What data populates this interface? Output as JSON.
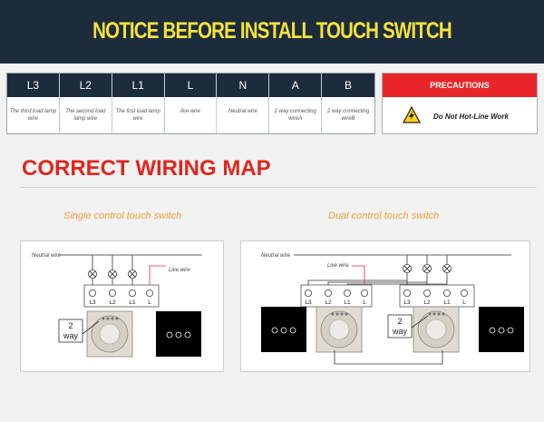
{
  "banner": {
    "title": "NOTICE BEFORE INSTALL TOUCH SWITCH"
  },
  "terminals": [
    {
      "code": "L3",
      "desc": "The third load lamp wire"
    },
    {
      "code": "L2",
      "desc": "The second load lamp wire"
    },
    {
      "code": "L1",
      "desc": "The first load lamp wire"
    },
    {
      "code": "L",
      "desc": "live wire"
    },
    {
      "code": "N",
      "desc": "Neutral wire"
    },
    {
      "code": "A",
      "desc": "2 way connecting wireA"
    },
    {
      "code": "B",
      "desc": "2 way connecting wireB"
    }
  ],
  "precautions": {
    "heading": "PRECAUTIONS",
    "warning": "Do Not Hot-Line Work"
  },
  "section": {
    "title": "CORRECT WIRING MAP"
  },
  "single": {
    "subtitle": "Single control touch switch",
    "neutral_label": "Neutral wire",
    "live_label": "Live wire",
    "block_labels": [
      "L3",
      "L2",
      "L1",
      "L"
    ],
    "twoway": [
      "2",
      "way"
    ]
  },
  "dual": {
    "subtitle": "Dual control touch switch",
    "neutral_label": "Neutral wire",
    "live_label": "Live wire",
    "block_labels": [
      "L3",
      "L2",
      "L1",
      "L"
    ],
    "twoway": [
      "2",
      "way"
    ]
  },
  "colors": {
    "banner_bg": "#1d2c3d",
    "banner_text": "#f6e33a",
    "accent_red": "#e0261e",
    "subtitle_orange": "#f1a033",
    "live_wire": "#e8262a"
  }
}
